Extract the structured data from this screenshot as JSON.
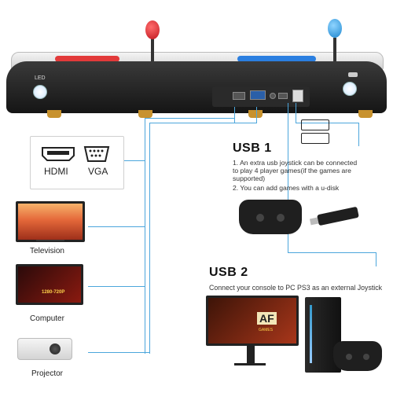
{
  "console": {
    "led_label": "LED",
    "logo_label": ""
  },
  "ports": {
    "hdmi_label": "HDMI",
    "vga_label": "VGA"
  },
  "devices": {
    "television": "Television",
    "computer": "Computer",
    "projector": "Projector"
  },
  "computer_screen_text": {
    "line1": "1280-720P"
  },
  "usb1": {
    "title": "USB 1",
    "line1": "1. An extra usb joystick can be connected",
    "line2": "to play 4 player games(if the games are",
    "line3": "supported)",
    "line4": "2. You can add games with a u-disk"
  },
  "usb2": {
    "title": "USB 2",
    "desc": "Connect your console to PC PS3 as an external Joystick"
  },
  "monitor_screen_text": {
    "big": "AF",
    "small": "GAMES"
  },
  "colors": {
    "connector_line": "#4ca6dc",
    "red_stick": "#d0202a",
    "blue_stick": "#2a9ee0"
  }
}
